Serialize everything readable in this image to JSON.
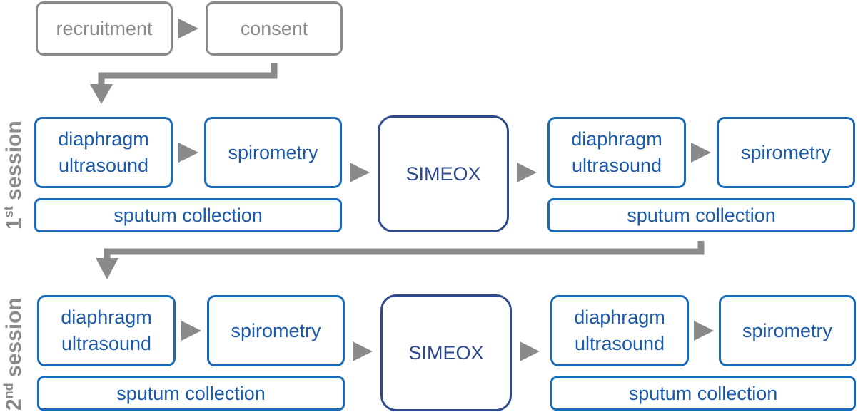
{
  "pre": {
    "recruitment": "recruitment",
    "consent": "consent"
  },
  "session1": {
    "label_num": "1",
    "label_sup": "st",
    "label_word": " session",
    "left": {
      "ultra_l1": "diaphragm",
      "ultra_l2": "ultrasound",
      "spiro": "spirometry",
      "sputum": "sputum collection"
    },
    "simeox": "SIMEOX",
    "right": {
      "ultra_l1": "diaphragm",
      "ultra_l2": "ultrasound",
      "spiro": "spirometry",
      "sputum": "sputum collection"
    }
  },
  "session2": {
    "label_num": "2",
    "label_sup": "nd",
    "label_word": " session",
    "left": {
      "ultra_l1": "diaphragm",
      "ultra_l2": "ultrasound",
      "spiro": "spirometry",
      "sputum": "sputum collection"
    },
    "simeox": "SIMEOX",
    "right": {
      "ultra_l1": "diaphragm",
      "ultra_l2": "ultrasound",
      "spiro": "spirometry",
      "sputum": "sputum collection"
    }
  },
  "colors": {
    "gray": "#8a8a8a",
    "blue": "#1a6bb7",
    "navy": "#2e4a8c"
  }
}
